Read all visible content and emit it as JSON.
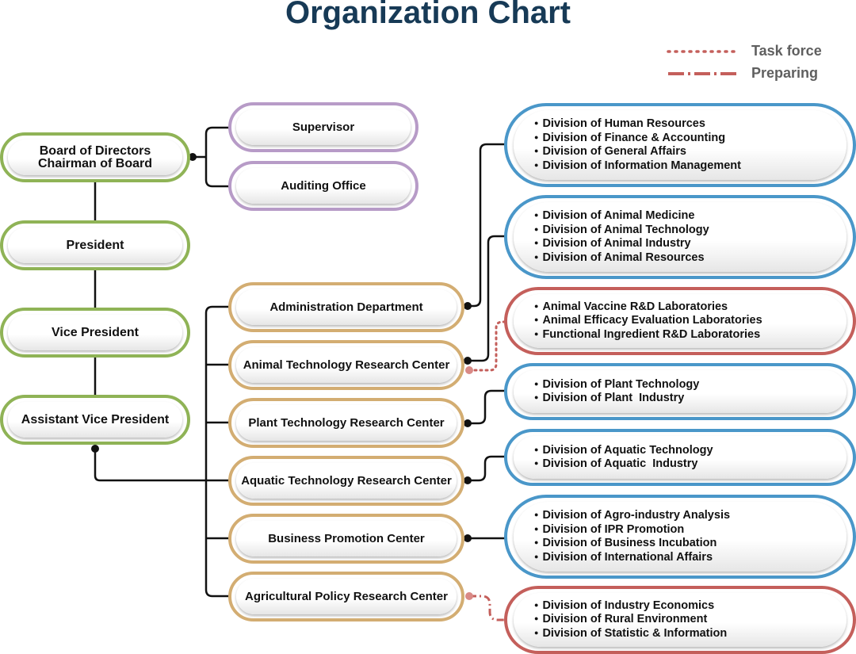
{
  "title": "Organization Chart",
  "legend": {
    "task_force": "Task force",
    "preparing": "Preparing"
  },
  "colors": {
    "title": "#173a56",
    "governance": "#8fb356",
    "oversight": "#b79bc7",
    "centers": "#d3ad72",
    "divisions": "#4a97c9",
    "task_force": "#c45f5b",
    "connector": "#111111"
  },
  "governance": {
    "board": "Board of Directors\nChairman of Board",
    "president": "President",
    "vice_president": "Vice President",
    "assistant_vice_president": "Assistant Vice President"
  },
  "oversight": {
    "supervisor": "Supervisor",
    "auditing_office": "Auditing Office"
  },
  "centers": [
    {
      "name": "Administration Department",
      "divisions": [
        "Division of Human Resources",
        "Division of Finance & Accounting",
        "Division of General Affairs",
        "Division of Information Management"
      ]
    },
    {
      "name": "Animal Technology Research Center",
      "divisions": [
        "Division of Animal Medicine",
        "Division of Animal Technology",
        "Division of Animal Industry",
        "Division of Animal Resources"
      ],
      "task_force": [
        "Animal Vaccine R&D Laboratories",
        "Animal Efficacy Evaluation Laboratories",
        "Functional Ingredient R&D Laboratories"
      ]
    },
    {
      "name": "Plant Technology Research Center",
      "divisions": [
        "Division of Plant Technology",
        "Division of Plant  Industry"
      ]
    },
    {
      "name": "Aquatic Technology Research Center",
      "divisions": [
        "Division of Aquatic Technology",
        "Division of Aquatic  Industry"
      ]
    },
    {
      "name": "Business Promotion Center",
      "divisions": [
        "Division of Agro-industry Analysis",
        "Division of IPR Promotion",
        "Division of Business Incubation",
        "Division of International Affairs"
      ]
    },
    {
      "name": "Agricultural Policy Research Center",
      "preparing": [
        "Division of Industry Economics",
        "Division of Rural Environment",
        "Division of Statistic & Information"
      ]
    }
  ]
}
